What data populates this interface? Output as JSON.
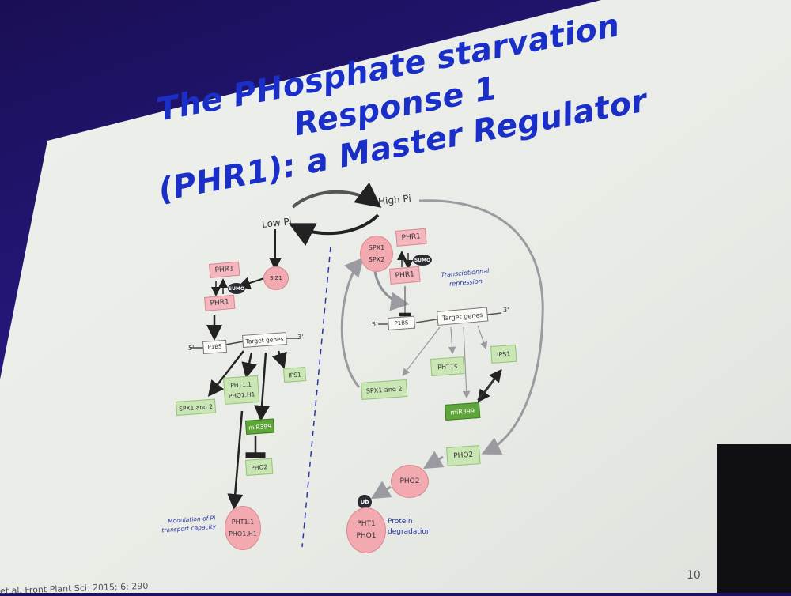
{
  "slide": {
    "title_line1": "The PHosphate starvation Response 1",
    "title_line2": "(PHR1): a Master Regulator",
    "page_number": "10",
    "citation": "et al. Front Plant Sci. 2015; 6: 290",
    "colors": {
      "title": "#1a2fc8",
      "pink": "#f4b7bd",
      "green": "#c9e6b4",
      "dark_green": "#5fa63a",
      "annotation": "#2836a8"
    }
  },
  "diagram": {
    "cycle": {
      "low": "Low Pi",
      "high": "High Pi"
    },
    "left": {
      "phr1_top": "PHR1",
      "siz1": "SIZ1",
      "sumo": "SUMO",
      "phr1_bottom": "PHR1",
      "five_prime": "5'",
      "p1bs": "P1BS",
      "target_genes": "Target genes",
      "three_prime": "3'",
      "ips1": "IPS1",
      "pht_line1": "PHT1.1",
      "pht_line2": "PHO1.H1",
      "spx": "SPX1 and 2",
      "mir399": "miR399",
      "pho2": "PHO2",
      "modulation_line1": "Modulation of Pi",
      "modulation_line2": "transport capacity",
      "pht_circle_line1": "PHT1.1",
      "pht_circle_line2": "PHO1.H1"
    },
    "right": {
      "spx_line1": "SPX1",
      "spx_line2": "SPX2",
      "phr1_top": "PHR1",
      "sumo": "SUMO",
      "phr1_bottom": "PHR1",
      "repression_line1": "Transciptionnal",
      "repression_line2": "repression",
      "five_prime": "5'",
      "p1bs": "P1BS",
      "target_genes": "Target genes",
      "three_prime": "3'",
      "ips1": "IPS1",
      "pht1s": "PHT1s",
      "spx": "SPX1 and 2",
      "mir399": "miR399",
      "pho2_box": "PHO2",
      "pho2_circle": "PHO2",
      "ub": "Ub",
      "pht1": "PHT1",
      "pho1": "PHO1",
      "degradation_line1": "Protein",
      "degradation_line2": "degradation"
    }
  }
}
